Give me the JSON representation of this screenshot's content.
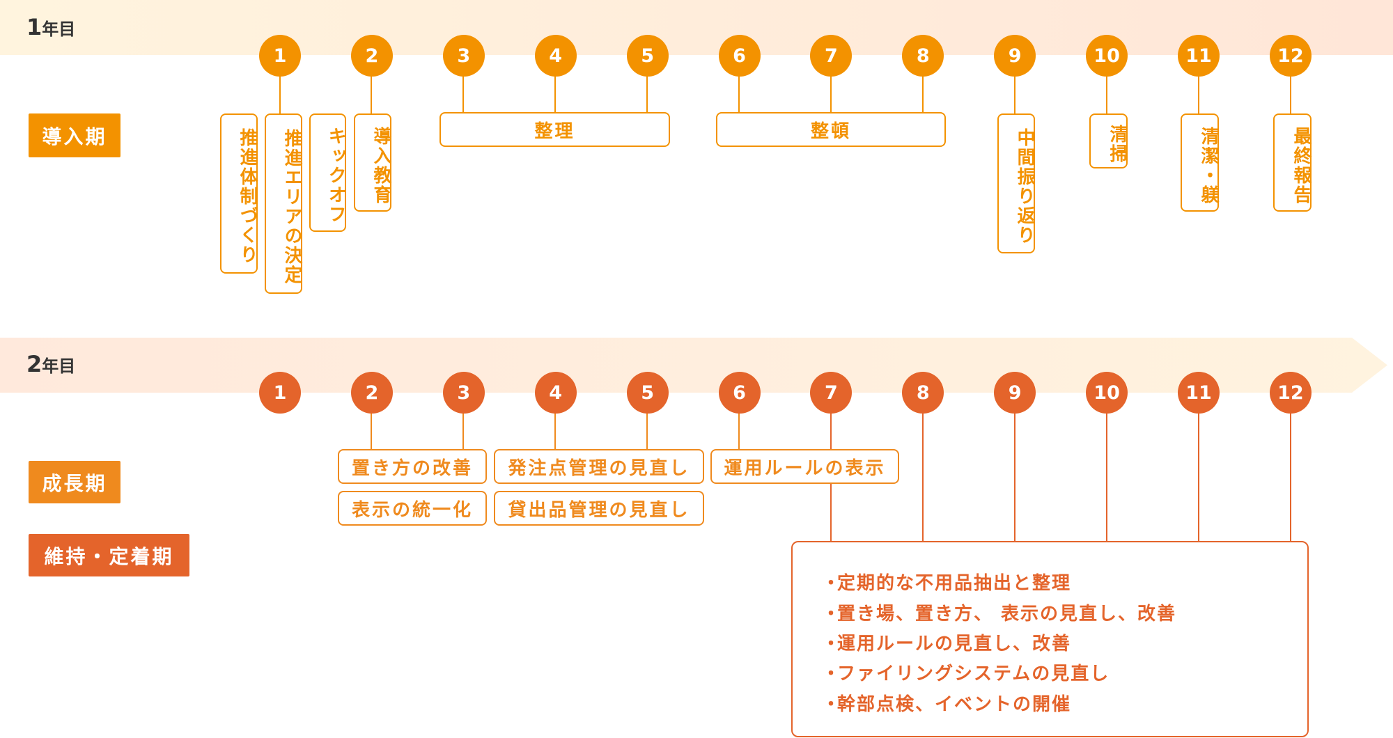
{
  "colors": {
    "year1_circle": "#f39200",
    "year2_circle": "#e4642b",
    "phase_intro": "#f39200",
    "phase_growth": "#ef8a1e",
    "phase_maintain": "#e4642b"
  },
  "year1": {
    "num": "1",
    "suffix": "年目",
    "phase": "導入期",
    "months": [
      "1",
      "2",
      "3",
      "4",
      "5",
      "6",
      "7",
      "8",
      "9",
      "10",
      "11",
      "12"
    ],
    "tasks": {
      "t1": "推進体制づくり",
      "t2": "推進エリアの決定",
      "t3": "キックオフ",
      "t4": "導入教育",
      "seiri": "整理",
      "seiton": "整頓",
      "t9": "中間振り返り",
      "t10": "清掃",
      "t11": "清潔・躾",
      "t12": "最終報告"
    }
  },
  "year2": {
    "num": "2",
    "suffix": "年目",
    "phase_growth": "成長期",
    "phase_maintain": "維持・定着期",
    "months": [
      "1",
      "2",
      "3",
      "4",
      "5",
      "6",
      "7",
      "8",
      "9",
      "10",
      "11",
      "12"
    ],
    "tasks": {
      "a": "置き方の改善",
      "b": "表示の統一化",
      "c": "発注点管理の見直し",
      "d": "貸出品管理の見直し",
      "e": "運用ルールの表示"
    },
    "maintenance": [
      "定期的な不用品抽出と整理",
      "置き場、置き方、 表示の見直し、改善",
      "運用ルールの見直し、改善",
      "ファイリングシステムの見直し",
      "幹部点検、イベントの開催"
    ],
    "bullet": "・"
  }
}
